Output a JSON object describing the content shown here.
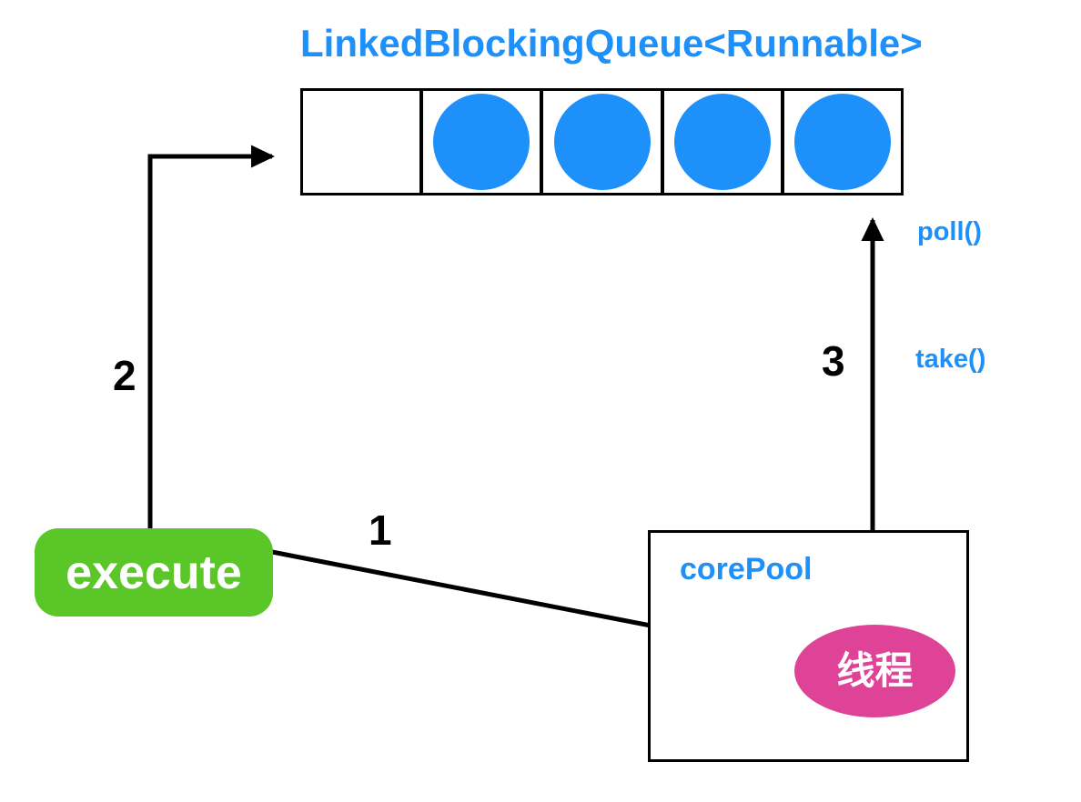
{
  "title": "LinkedBlockingQueue<Runnable>",
  "colors": {
    "blue": "#1e90fa",
    "green": "#5bc628",
    "pink": "#df4397",
    "line": "#000000"
  },
  "queue": {
    "cells": [
      {
        "filled": false
      },
      {
        "filled": true
      },
      {
        "filled": true
      },
      {
        "filled": true
      },
      {
        "filled": true
      }
    ]
  },
  "execute": {
    "label": "execute"
  },
  "core_pool": {
    "label": "corePool",
    "thread_label": "线程"
  },
  "steps": {
    "s1": "1",
    "s2": "2",
    "s3": "3"
  },
  "methods": {
    "poll": "poll()",
    "take": "take()"
  }
}
